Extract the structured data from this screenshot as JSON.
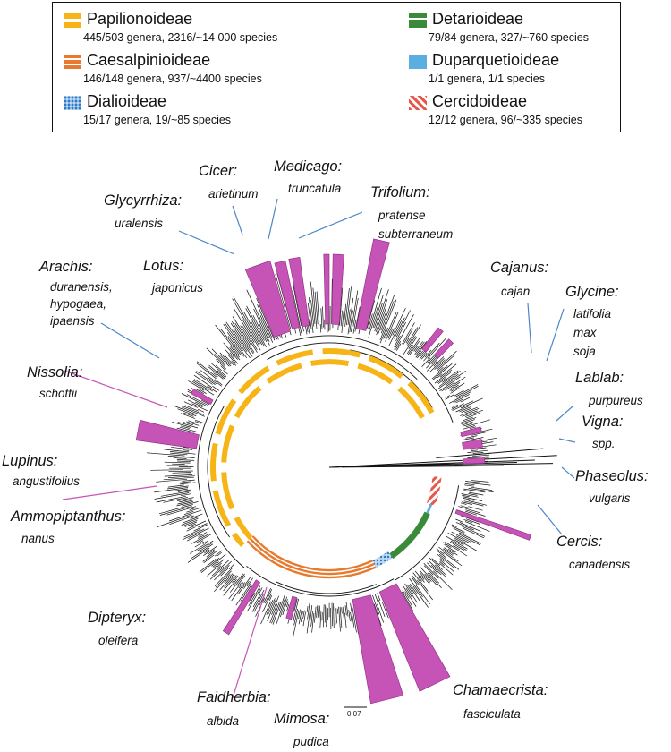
{
  "legend": {
    "items": [
      {
        "key": "papilionoideae",
        "name": "Papilionoideae",
        "stats": "445/503 genera, 2316/~14 000 species",
        "color": "#f7b416"
      },
      {
        "key": "caesalpinioideae",
        "name": "Caesalpinioideae",
        "stats": "146/148 genera, 937/~4400 species",
        "color": "#e77a2e"
      },
      {
        "key": "dialioideae",
        "name": "Dialioideae",
        "stats": "15/17 genera, 19/~85 species",
        "color": "#4a90d0"
      },
      {
        "key": "detarioideae",
        "name": "Detarioideae",
        "stats": "79/84 genera, 327/~760 species",
        "color": "#3a8a3a"
      },
      {
        "key": "duparquetioideae",
        "name": "Duparquetioideae",
        "stats": "1/1 genera, 1/1 species",
        "color": "#5aaee0"
      },
      {
        "key": "cercidoideae",
        "name": "Cercidoideae",
        "stats": "12/12 genera, 96/~335 species",
        "color": "#e8584a"
      }
    ]
  },
  "taxa": [
    {
      "genus": "Cicer:",
      "species": [
        "arietinum"
      ]
    },
    {
      "genus": "Medicago:",
      "species": [
        "truncatula"
      ]
    },
    {
      "genus": "Glycyrrhiza:",
      "species": [
        "uralensis"
      ]
    },
    {
      "genus": "Trifolium:",
      "species": [
        "pratense",
        "subterraneum"
      ]
    },
    {
      "genus": "Arachis:",
      "species": [
        "duranensis,",
        "hypogaea,",
        "ipaensis"
      ]
    },
    {
      "genus": "Lotus:",
      "species": [
        "japonicus"
      ]
    },
    {
      "genus": "Cajanus:",
      "species": [
        "cajan"
      ]
    },
    {
      "genus": "Glycine:",
      "species": [
        "latifolia",
        "max",
        "soja"
      ]
    },
    {
      "genus": "Nissolia:",
      "species": [
        "schottii"
      ]
    },
    {
      "genus": "Lablab:",
      "species": [
        "purpureus"
      ]
    },
    {
      "genus": "Vigna:",
      "species": [
        "spp."
      ]
    },
    {
      "genus": "Lupinus:",
      "species": [
        "angustifolius"
      ]
    },
    {
      "genus": "Phaseolus:",
      "species": [
        "vulgaris"
      ]
    },
    {
      "genus": "Ammopiptanthus:",
      "species": [
        "nanus"
      ]
    },
    {
      "genus": "Cercis:",
      "species": [
        "canadensis"
      ]
    },
    {
      "genus": "Dipteryx:",
      "species": [
        "oleifera"
      ]
    },
    {
      "genus": "Chamaecrista:",
      "species": [
        "fasciculata"
      ]
    },
    {
      "genus": "Faidherbia:",
      "species": [
        "albida"
      ]
    },
    {
      "genus": "Mimosa:",
      "species": [
        "pudica"
      ]
    }
  ],
  "scale_bar": {
    "value": "0.07"
  },
  "colors": {
    "highlight": "#c654b6",
    "leader": "#4a86c8",
    "branch": "#111111"
  }
}
